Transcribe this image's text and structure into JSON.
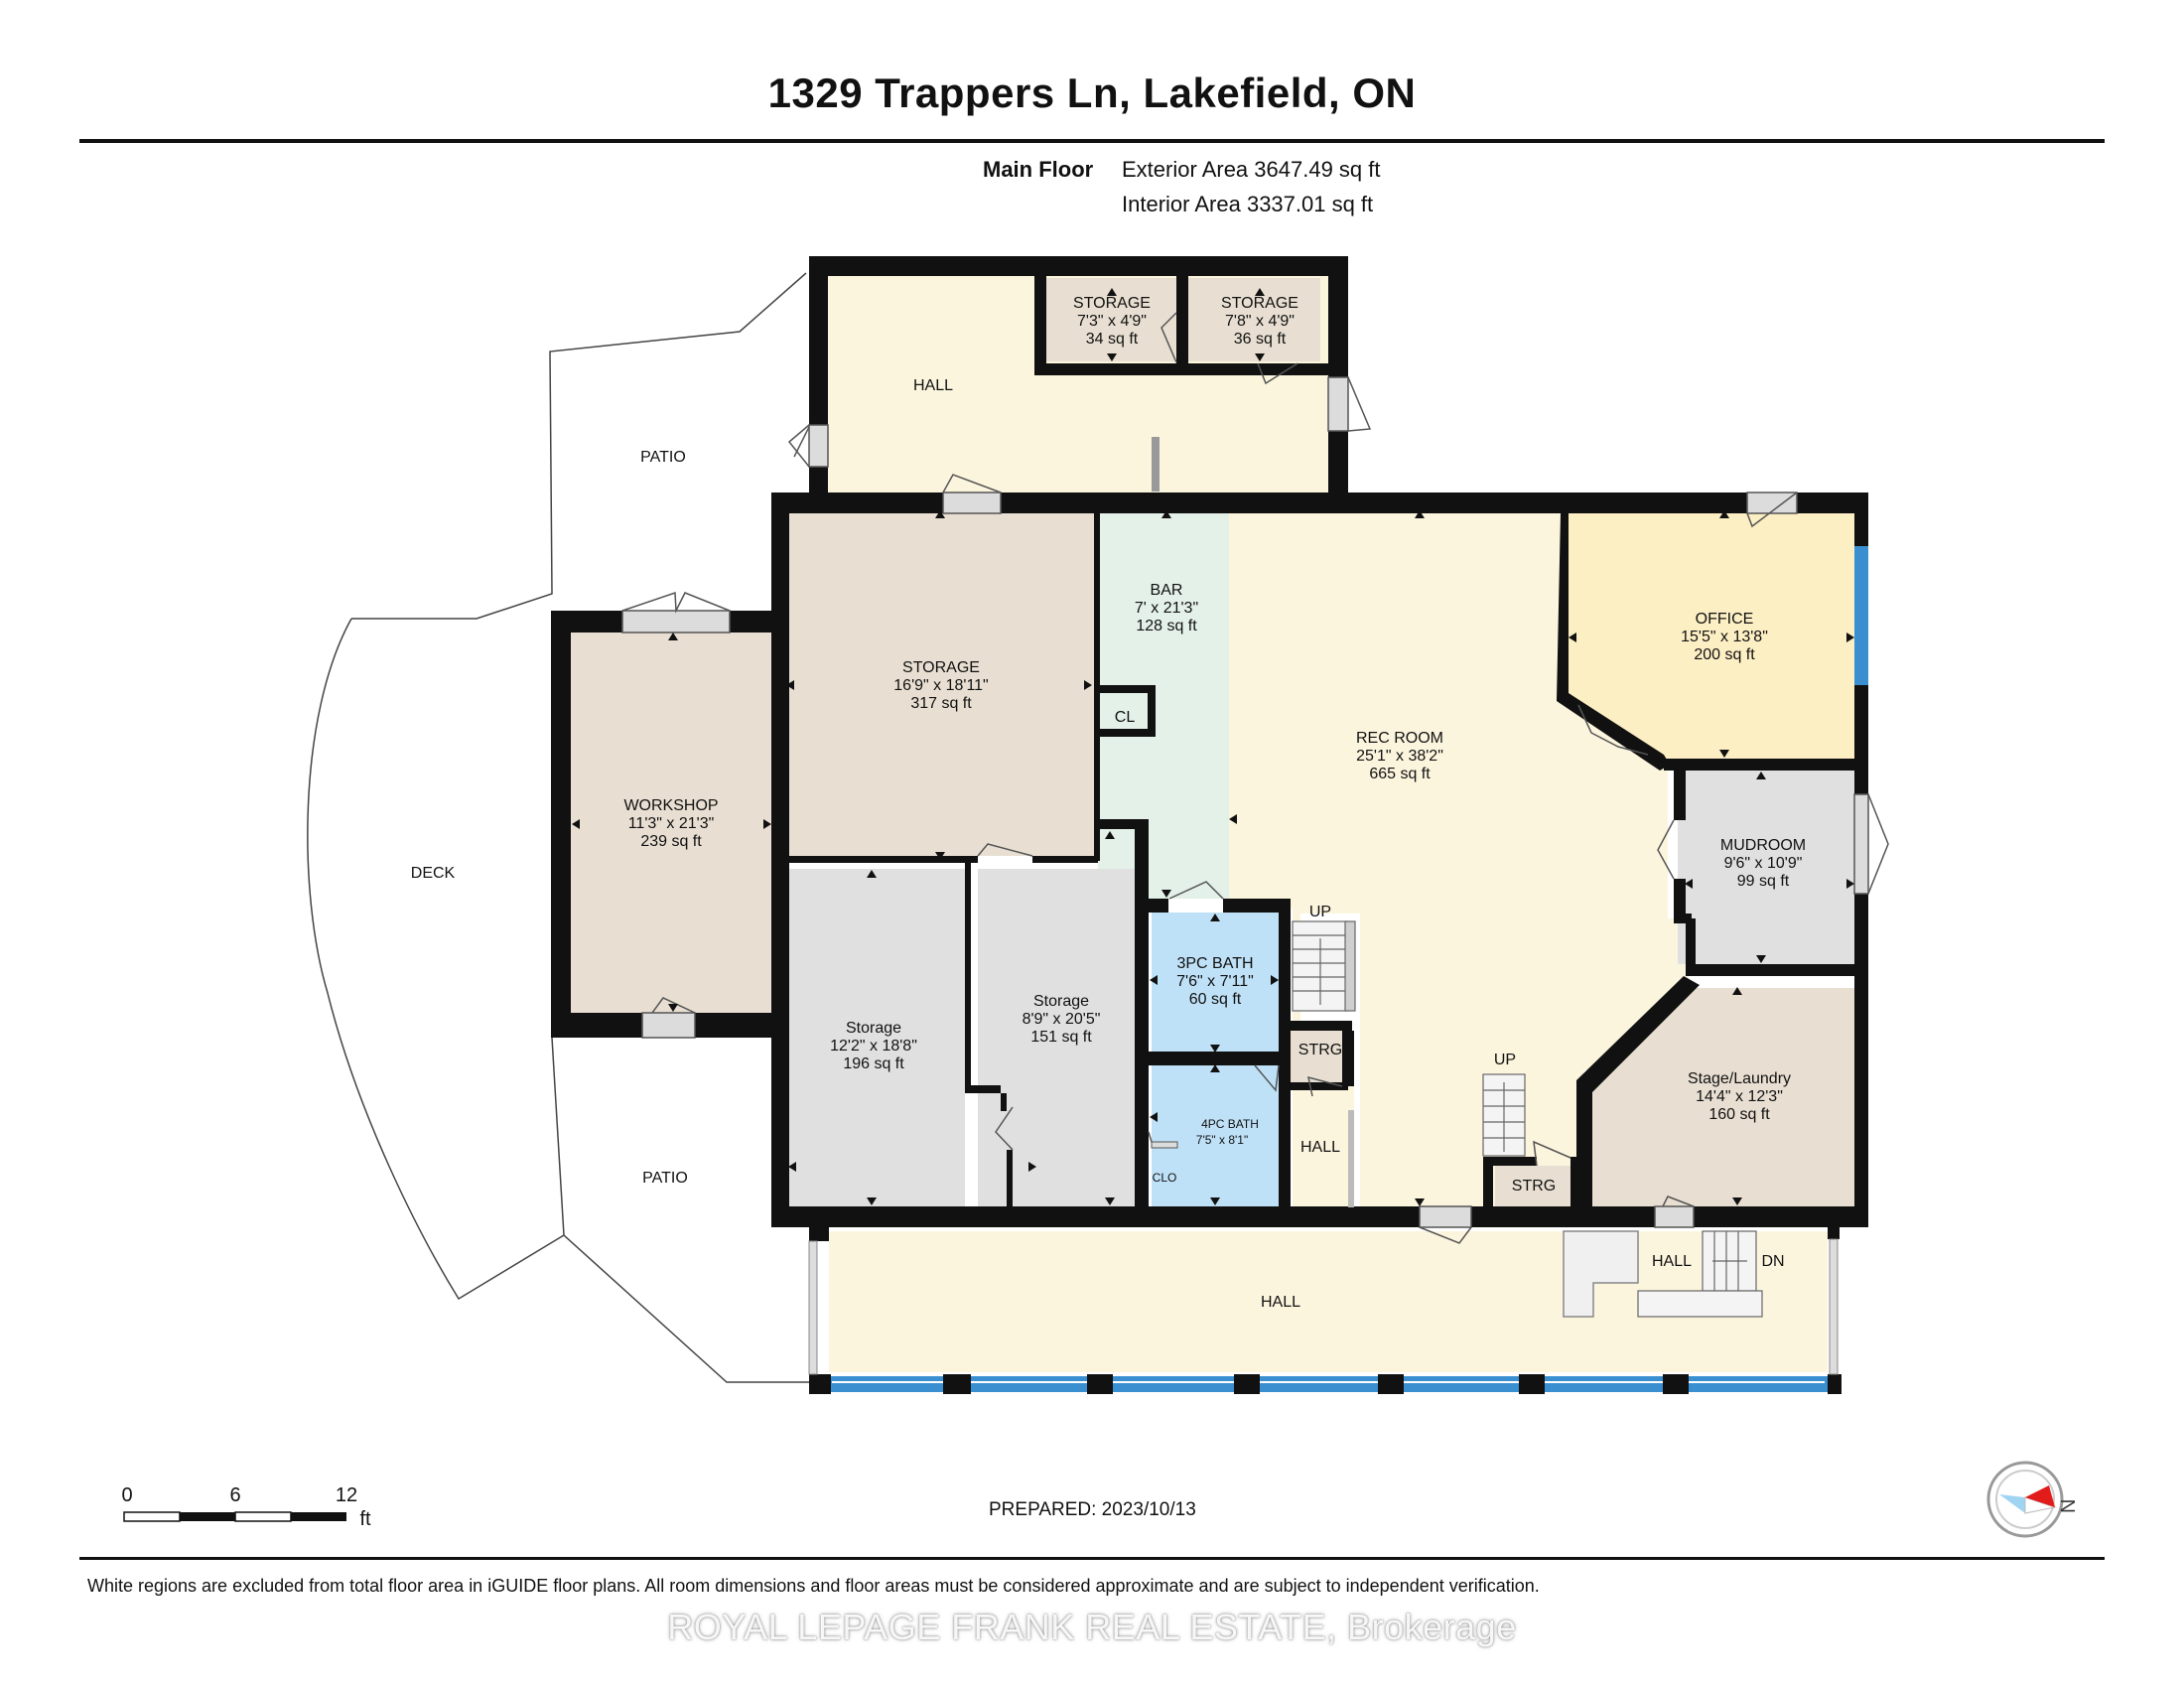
{
  "title": "1329 Trappers Ln, Lakefield, ON",
  "floor": {
    "name": "Main Floor",
    "exterior_area": "Exterior Area 3647.49 sq ft",
    "interior_area": "Interior Area 3337.01 sq ft"
  },
  "rooms": {
    "hall_top": {
      "name": "HALL"
    },
    "storage_a": {
      "name": "STORAGE",
      "dims": "7'3\" x 4'9\"",
      "area": "34 sq ft"
    },
    "storage_b": {
      "name": "STORAGE",
      "dims": "7'8\" x 4'9\"",
      "area": "36 sq ft"
    },
    "patio_top": {
      "name": "PATIO"
    },
    "storage_main": {
      "name": "STORAGE",
      "dims": "16'9\" x 18'11\"",
      "area": "317 sq ft"
    },
    "bar": {
      "name": "BAR",
      "dims": "7' x 21'3\"",
      "area": "128 sq ft"
    },
    "cl": {
      "name": "CL"
    },
    "rec_room": {
      "name": "REC ROOM",
      "dims": "25'1\" x 38'2\"",
      "area": "665 sq ft"
    },
    "office": {
      "name": "OFFICE",
      "dims": "15'5\" x 13'8\"",
      "area": "200 sq ft"
    },
    "mudroom": {
      "name": "MUDROOM",
      "dims": "9'6\" x 10'9\"",
      "area": "99 sq ft"
    },
    "workshop": {
      "name": "WORKSHOP",
      "dims": "11'3\" x 21'3\"",
      "area": "239 sq ft"
    },
    "deck": {
      "name": "DECK"
    },
    "storage_left": {
      "name": "Storage",
      "dims": "12'2\" x 18'8\"",
      "area": "196 sq ft"
    },
    "storage_mid": {
      "name": "Storage",
      "dims": "8'9\" x 20'5\"",
      "area": "151 sq ft"
    },
    "bath3": {
      "name": "3PC BATH",
      "dims": "7'6\" x 7'11\"",
      "area": "60 sq ft"
    },
    "bath4": {
      "name": "4PC BATH",
      "dims": "7'5\" x 8'1\""
    },
    "clo": {
      "name": "CLO"
    },
    "strg1": {
      "name": "STRG"
    },
    "hall_small": {
      "name": "HALL"
    },
    "strg2": {
      "name": "STRG"
    },
    "stage_laundry": {
      "name": "Stage/Laundry",
      "dims": "14'4\" x 12'3\"",
      "area": "160 sq ft"
    },
    "patio_bottom": {
      "name": "PATIO"
    },
    "hall_bottom": {
      "name": "HALL"
    },
    "hall_stair": {
      "name": "HALL"
    }
  },
  "stairs": {
    "up1": "UP",
    "up2": "UP",
    "dn": "DN"
  },
  "scale": {
    "ticks": [
      "0",
      "6",
      "12"
    ],
    "unit": "ft"
  },
  "compass": {
    "label": "N"
  },
  "prepared": "PREPARED: 2023/10/13",
  "disclaimer": "White regions are excluded from total floor area in iGUIDE floor plans. All room dimensions and floor areas must be considered approximate and are subject to independent verification.",
  "watermark": "ROYAL LEPAGE FRANK REAL ESTATE, Brokerage",
  "colors": {
    "wall": "#111111",
    "beige": "#e8dfd2",
    "cream": "#fcf5de",
    "mint": "#e4f1e9",
    "office": "#fdefc4",
    "gray": "#e0e0e0",
    "blue": "#bfe1f7",
    "window": "#3a8fd0"
  }
}
